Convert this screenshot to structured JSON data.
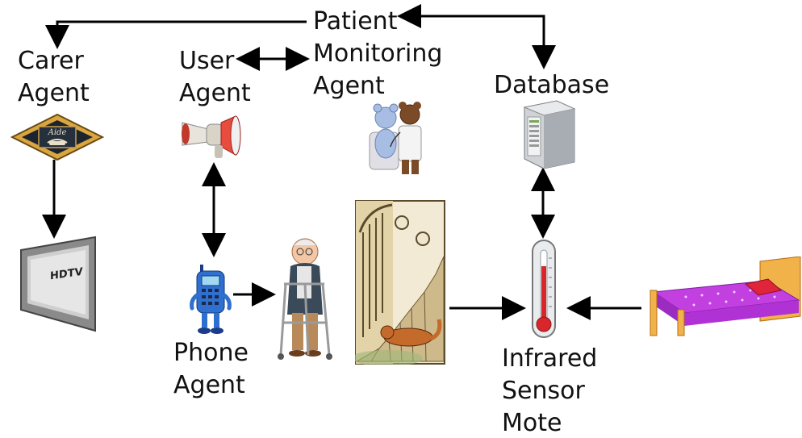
{
  "labels": {
    "patient_monitoring": [
      "Patient",
      "Monitoring",
      "Agent"
    ],
    "carer": [
      "Carer",
      "Agent"
    ],
    "user": [
      "User",
      "Agent"
    ],
    "database": [
      "Database"
    ],
    "phone": [
      "Phone",
      "Agent"
    ],
    "sensor": [
      "Infrared",
      "Sensor",
      "Mote"
    ]
  },
  "pictures": {
    "sign_text": "Aide",
    "tv_text": "HDTV"
  },
  "colors": {
    "arrow": "#000000",
    "text": "#111111"
  }
}
